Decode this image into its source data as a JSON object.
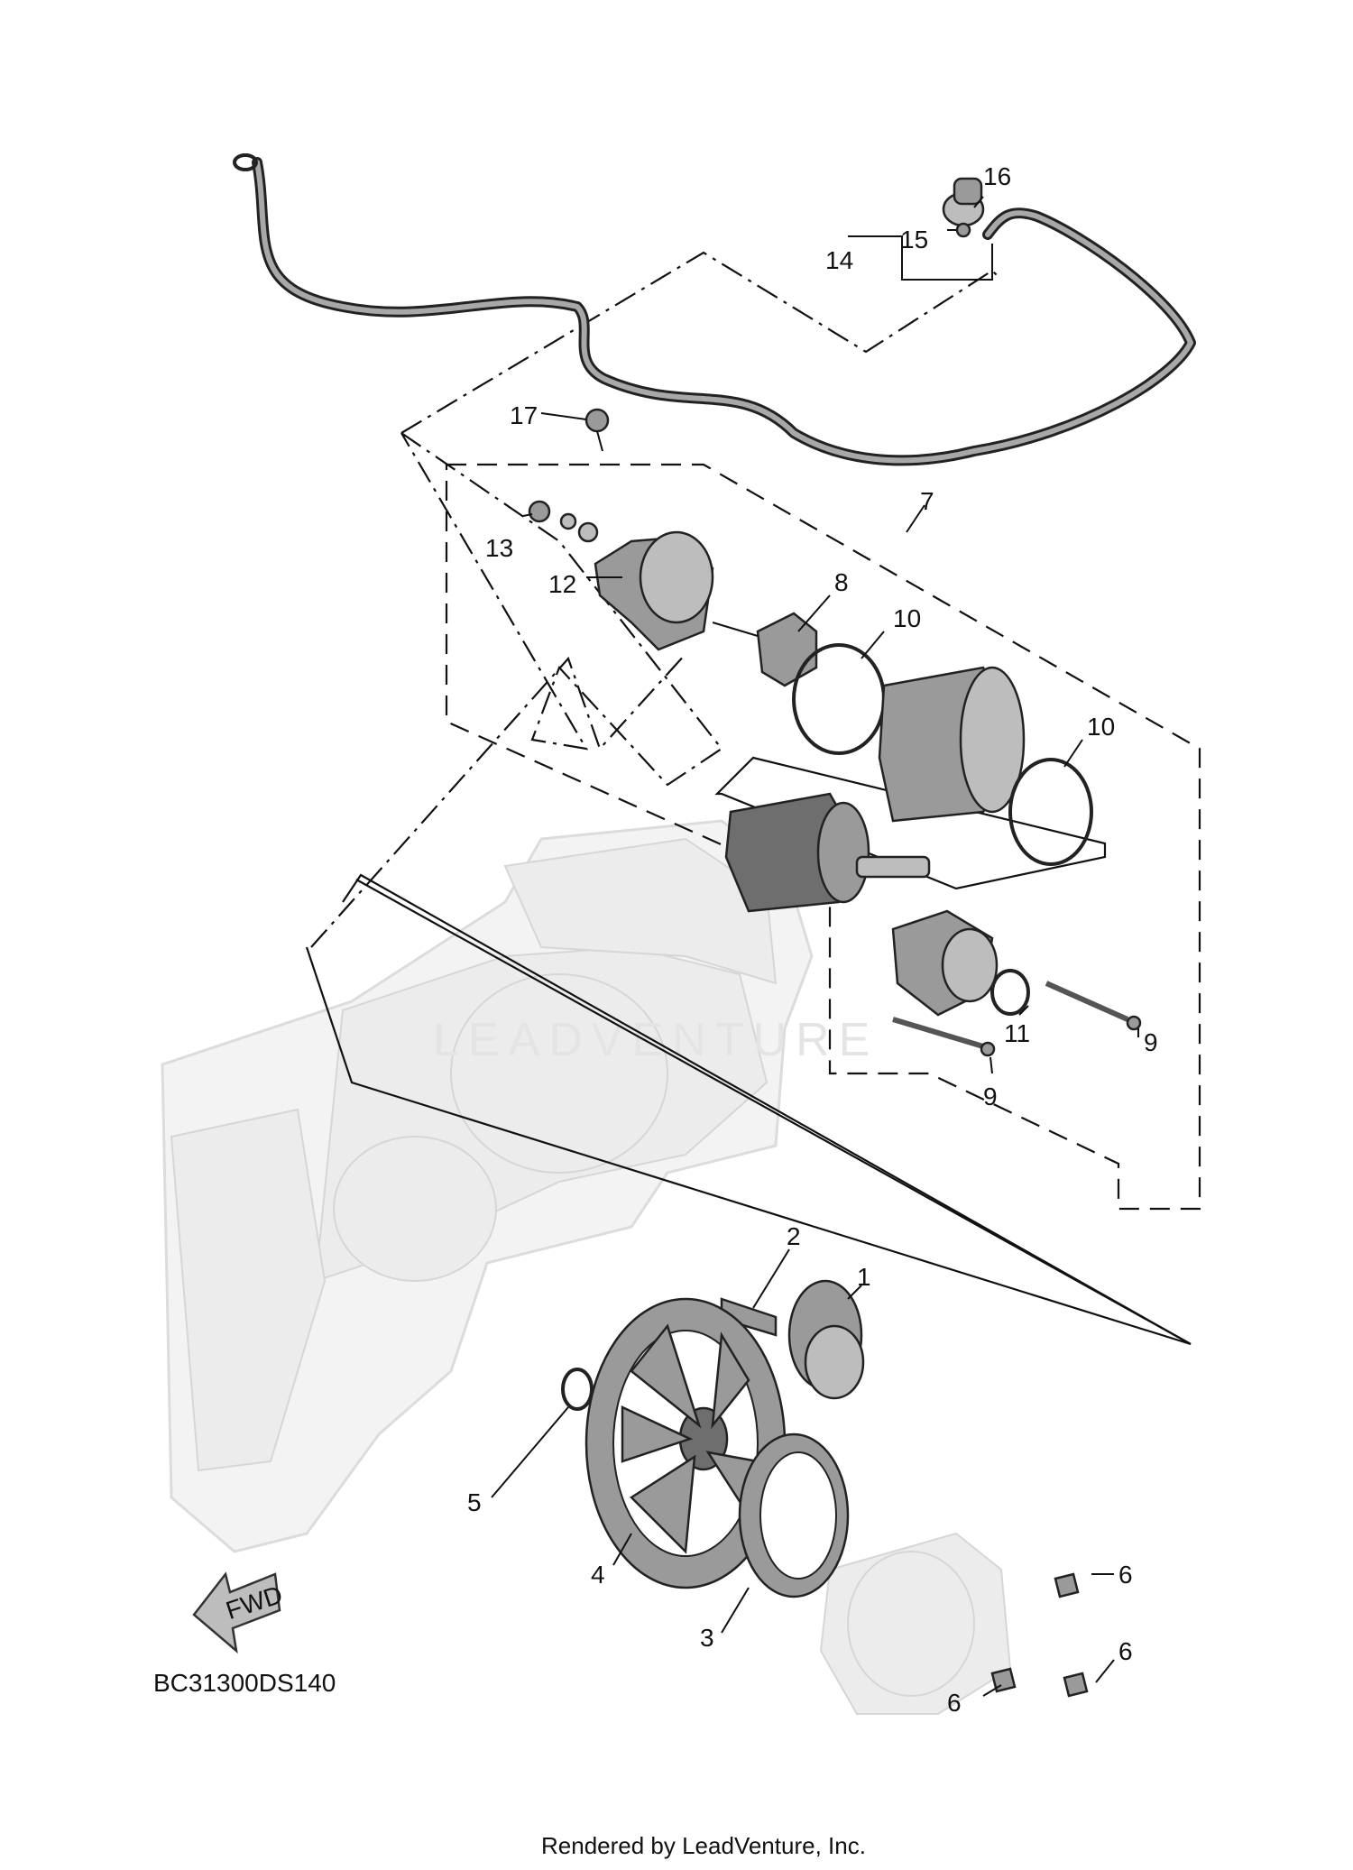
{
  "callouts": {
    "c1": "1",
    "c2": "2",
    "c3": "3",
    "c4": "4",
    "c5": "5",
    "c6a": "6",
    "c6b": "6",
    "c6c": "6",
    "c7": "7",
    "c8": "8",
    "c9a": "9",
    "c9b": "9",
    "c10a": "10",
    "c10b": "10",
    "c11": "11",
    "c12": "12",
    "c13": "13",
    "c14": "14",
    "c15": "15",
    "c16": "16",
    "c17": "17"
  },
  "direction_badge": "FWD",
  "diagram_code": "BC31300DS140",
  "watermark": "LEADVENTURE",
  "footer": "Rendered by LeadVenture, Inc.",
  "colors": {
    "line": "#111111",
    "part": "#9a9a9a",
    "engine_ghost": "#f0f0f0"
  }
}
